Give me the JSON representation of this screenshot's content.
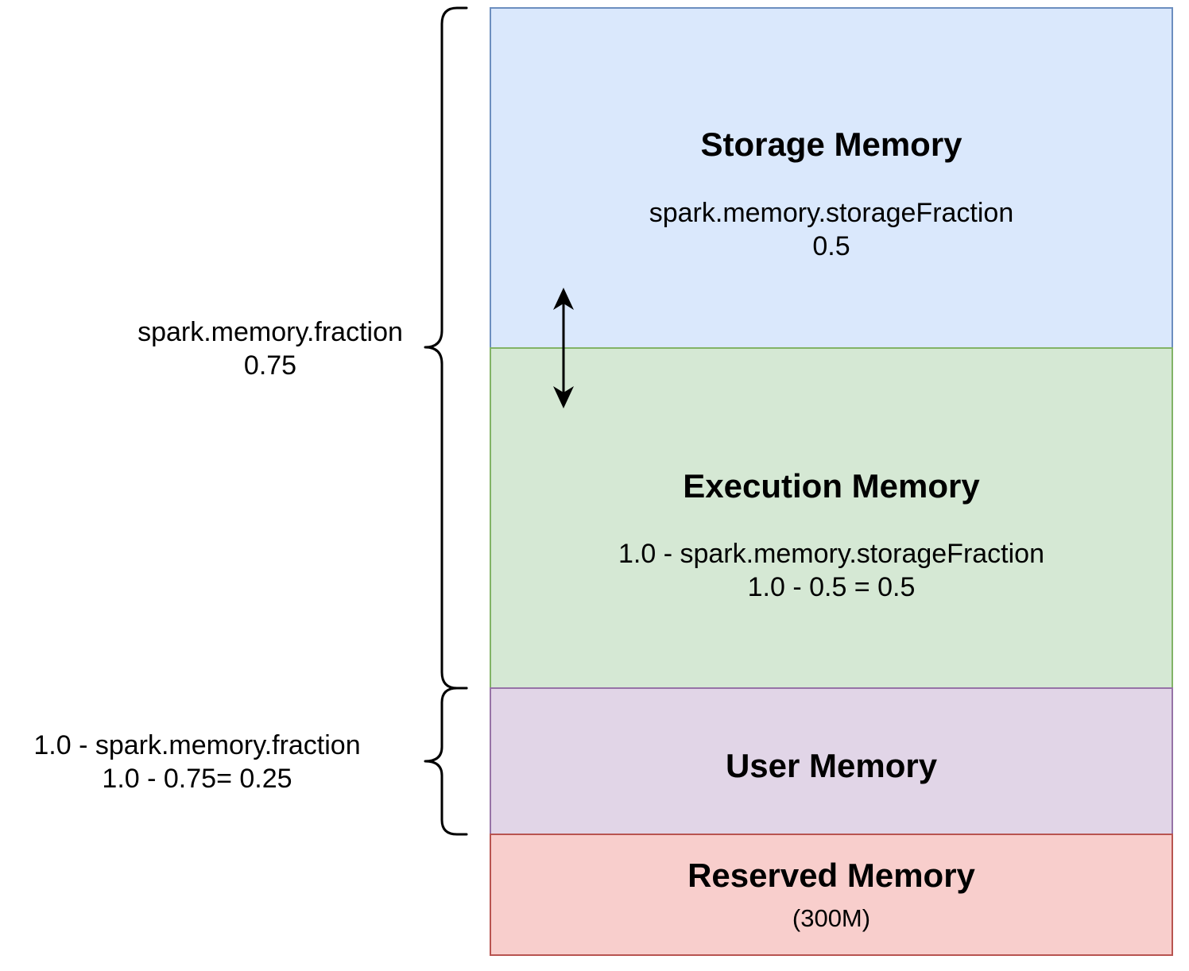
{
  "colors": {
    "storage_fill": "#dae8fc",
    "storage_border": "#6c8ebf",
    "execution_fill": "#d5e8d4",
    "execution_border": "#82b366",
    "user_fill": "#e1d5e7",
    "user_border": "#9673a6",
    "reserved_fill": "#f8cecc",
    "reserved_border": "#b85450"
  },
  "blocks": {
    "storage": {
      "title": "Storage Memory",
      "line1": "spark.memory.storageFraction",
      "line2": "0.5"
    },
    "execution": {
      "title": "Execution Memory",
      "line1": "1.0 - spark.memory.storageFraction",
      "line2": "1.0 - 0.5 = 0.5"
    },
    "user": {
      "title": "User Memory"
    },
    "reserved": {
      "title": "Reserved Memory",
      "sub": "(300M)"
    }
  },
  "labels": {
    "memory_fraction": {
      "line1": "spark.memory.fraction",
      "line2": "0.75"
    },
    "user_fraction": {
      "line1": "1.0 - spark.memory.fraction",
      "line2": "1.0 - 0.75= 0.25"
    }
  },
  "icons": {
    "boundary_arrow": "double-vertical-arrow-icon",
    "unified_brace": "left-curly-brace-icon",
    "user_brace": "left-curly-brace-icon"
  }
}
